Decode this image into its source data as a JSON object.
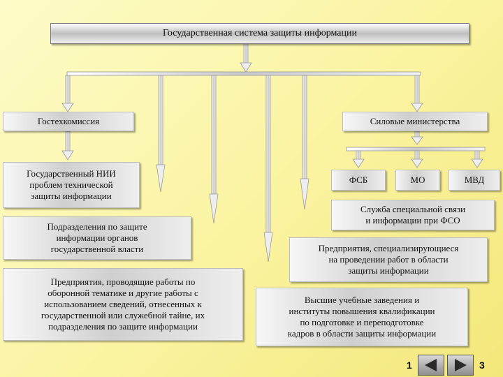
{
  "diagram": {
    "title": "Государственная система защиты информации",
    "gostekh": "Гостехкомиссия",
    "silovye": "Силовые министерства",
    "nii": "Государственный НИИ\nпроблем технической\nзащиты информации",
    "podrazdeleniya": "Подразделения по защите\nинформации органов\nгосударственной власти",
    "predpriyatiya_oboron": "Предприятия, проводящие работы по\nоборонной тематике и другие работы с\nиспользованием сведений, отнесенных к\nгосударственной или служебной тайне, их\nподразделения по защите информации",
    "fsb": "ФСБ",
    "mo": "МО",
    "mvd": "МВД",
    "sluzhba": "Служба специальной связи\nи информации при ФСО",
    "predpriyatiya_spec": "Предприятия, специализирующиеся\nна проведении работ в области\nзащиты информации",
    "vuzy": "Высшие учебные заведения и\nинституты повышения квалификации\nпо подготовке и переподготовке\nкадров в области защиты информации"
  },
  "navigation": {
    "current_page": "1",
    "total_pages": "3",
    "prev_icon": "prev-arrow-icon",
    "next_icon": "next-arrow-icon"
  },
  "colors": {
    "background": "#faf3a0",
    "box_gradient_dark": "#cfcfcf",
    "arrow_fill": "#e6e6e6"
  }
}
